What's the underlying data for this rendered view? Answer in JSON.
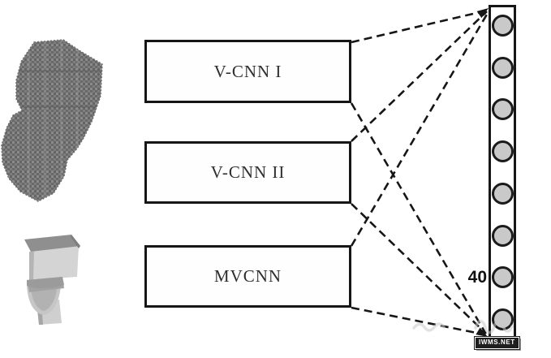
{
  "figure": {
    "kind": "multi-branch CNN architecture diagram",
    "inputs": {
      "voxel_model_name": "voxelized-3d-toilet",
      "mesh_model_name": "rendered-3d-toilet"
    },
    "branches": [
      {
        "label": "V-CNN I"
      },
      {
        "label": "V-CNN II"
      },
      {
        "label": "MVCNN"
      }
    ],
    "output_layer": {
      "node_count": 8,
      "class_count_label": "40"
    },
    "watermark": {
      "badge_text": "iwms.net"
    },
    "colors": {
      "line": "#161616",
      "node_fill": "#c9c9c9",
      "voxel_gray": "#787878",
      "background": "#ffffff"
    }
  }
}
